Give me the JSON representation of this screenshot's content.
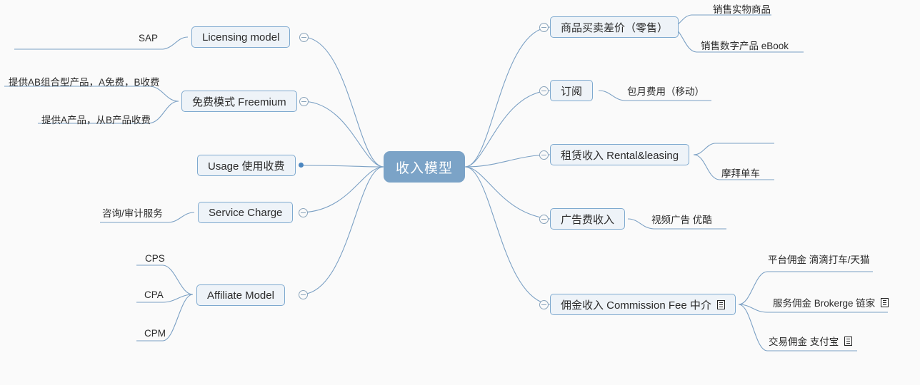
{
  "canvas": {
    "background": "#fafafa",
    "edge_color": "#7ba0c4"
  },
  "root": {
    "label": "收入模型",
    "fill": "#7ba3c7",
    "text_color": "#ffffff"
  },
  "icons": {
    "collapse_toggle": "minus-circle-icon",
    "leaf_dot": "dot-icon",
    "note": "note-icon"
  },
  "branches": {
    "right": [
      {
        "label": "商品买卖差价（零售）",
        "has_toggle": true,
        "has_note": false,
        "children": [
          {
            "label": "销售实物商品"
          },
          {
            "label": "销售数字产品 eBook"
          }
        ]
      },
      {
        "label": "订阅",
        "has_toggle": true,
        "has_note": false,
        "children": [
          {
            "label": "包月费用（移动）"
          }
        ]
      },
      {
        "label": "租赁收入 Rental&leasing",
        "has_toggle": true,
        "has_note": false,
        "children": [
          {
            "label": ""
          },
          {
            "label": "摩拜单车"
          }
        ]
      },
      {
        "label": "广告费收入",
        "has_toggle": true,
        "has_note": false,
        "children": [
          {
            "label": "视频广告 优酷"
          }
        ]
      },
      {
        "label": "佣金收入 Commission Fee 中介",
        "has_toggle": true,
        "has_note": true,
        "children": [
          {
            "label": "平台佣金 滴滴打车/天猫",
            "has_note": false
          },
          {
            "label": "服务佣金 Brokerge 链家",
            "has_note": true
          },
          {
            "label": "交易佣金 支付宝",
            "has_note": true
          }
        ]
      }
    ],
    "left": [
      {
        "label": "Licensing model",
        "has_toggle": true,
        "children": [
          {
            "label": "SAP"
          }
        ]
      },
      {
        "label": "免费模式 Freemium",
        "has_toggle": true,
        "children": [
          {
            "label": "提供AB组合型产品，A免费，B收费"
          },
          {
            "label": "提供A产品，从B产品收费"
          }
        ]
      },
      {
        "label": "Usage 使用收费",
        "has_toggle": false,
        "children": []
      },
      {
        "label": "Service Charge",
        "has_toggle": true,
        "children": [
          {
            "label": "咨询/审计服务"
          }
        ]
      },
      {
        "label": "Affiliate Model",
        "has_toggle": true,
        "children": [
          {
            "label": "CPS"
          },
          {
            "label": "CPA"
          },
          {
            "label": "CPM"
          }
        ]
      }
    ]
  }
}
